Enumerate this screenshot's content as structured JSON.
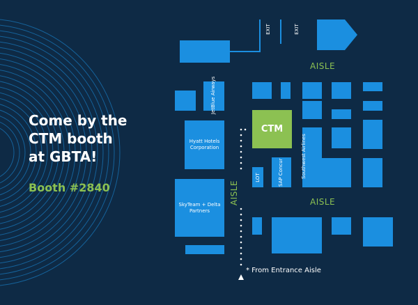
{
  "headline": {
    "line1": "Come by the",
    "line2": "CTM booth",
    "line3": "at GBTA!"
  },
  "booth_number": "Booth #2840",
  "map": {
    "exit_label_1": "EXIT",
    "exit_label_2": "EXIT",
    "aisle_top": "AISLE",
    "aisle_right": "AISLE",
    "aisle_vertical": "AISLE",
    "ctm_label": "CTM",
    "booths": {
      "jetblue": "JetBlue Airways",
      "hyatt": "Hyatt Hotels Corporation",
      "skyteam": "SkyTeam + Delta Partners",
      "lot": "LOT",
      "sap": "SAP Concur",
      "southwest": "Southwest Airlines"
    },
    "footnote": "* From Entrance Aisle"
  },
  "colors": {
    "background": "#0e2a45",
    "booth_blue": "#1b8fe0",
    "accent_green": "#8cc152",
    "text": "#ffffff"
  }
}
